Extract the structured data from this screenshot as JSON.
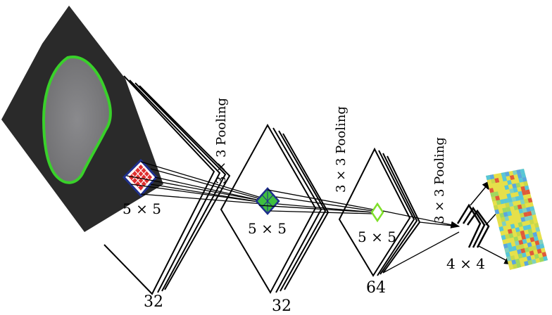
{
  "labels": {
    "kernel1": "5 × 5",
    "kernel2": "5 × 5",
    "kernel3": "5 × 5",
    "pool1": "3 × 3 Pooling",
    "pool2": "3 × 3 Pooling",
    "pool3": "3 × 3 Pooling",
    "depth1": "32",
    "depth2": "32",
    "depth3": "64",
    "final": "4 × 4"
  },
  "colors": {
    "input_bg": "#2b2b2b",
    "cell_fill": "#7f7f82",
    "cell_outline": "#39d12a",
    "kernel1_border": "#1e2f8c",
    "kernel1_fill": "#e03030",
    "kernel2_fill": "#3fbf3f",
    "kernel3_stroke": "#7fe02a",
    "feature_map_base": "#e6e04a"
  }
}
